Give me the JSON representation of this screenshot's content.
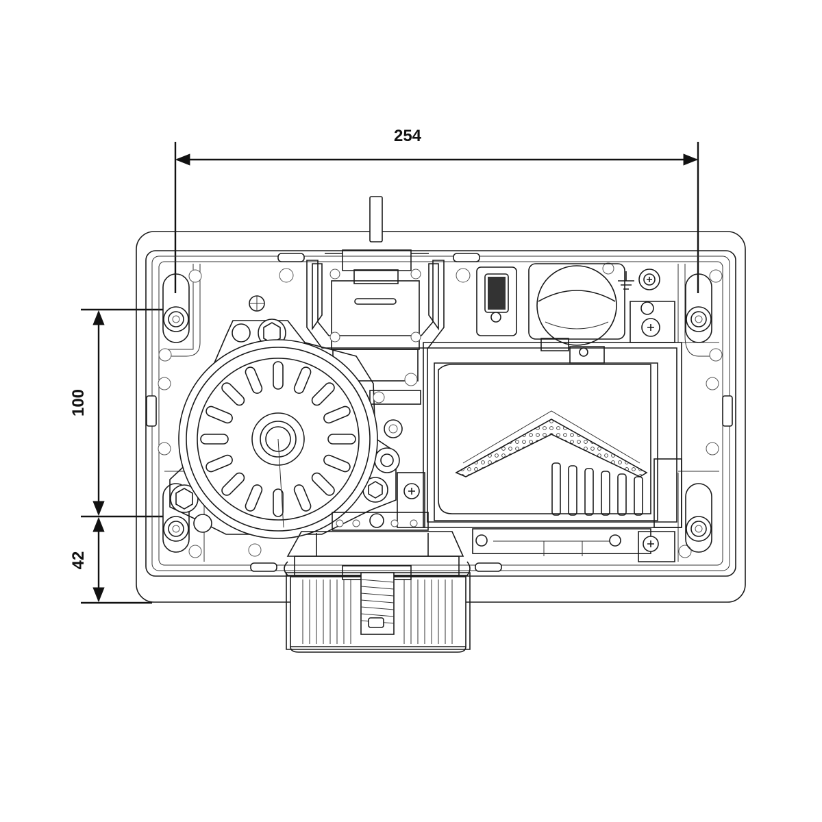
{
  "drawing": {
    "description_labels": {
      "width_dimension": "254",
      "height_dimension": "100",
      "offset_dimension": "42"
    }
  }
}
